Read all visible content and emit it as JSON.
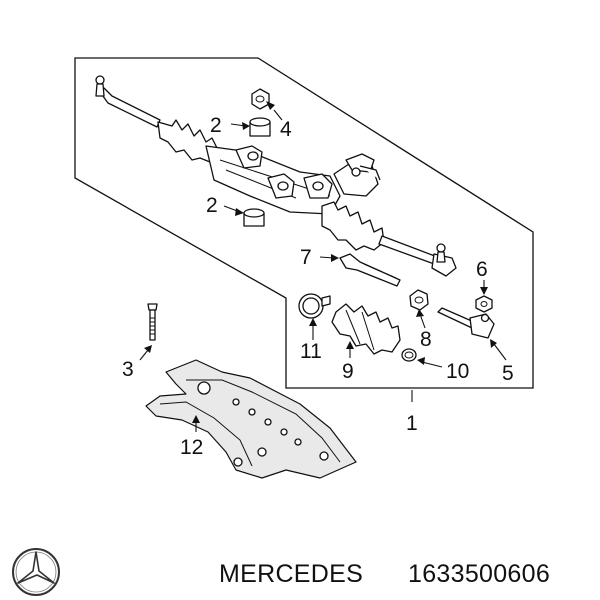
{
  "callouts": {
    "c1": "1",
    "c2a": "2",
    "c2b": "2",
    "c3": "3",
    "c4": "4",
    "c5": "5",
    "c6": "6",
    "c7": "7",
    "c8": "8",
    "c9": "9",
    "c10": "10",
    "c11": "11",
    "c12": "12"
  },
  "footer": {
    "brand": "MERCEDES",
    "part_number": "1633500606"
  },
  "icons": {
    "logo": "mercedes-star-icon"
  },
  "colors": {
    "line": "#111111",
    "background": "#ffffff"
  }
}
